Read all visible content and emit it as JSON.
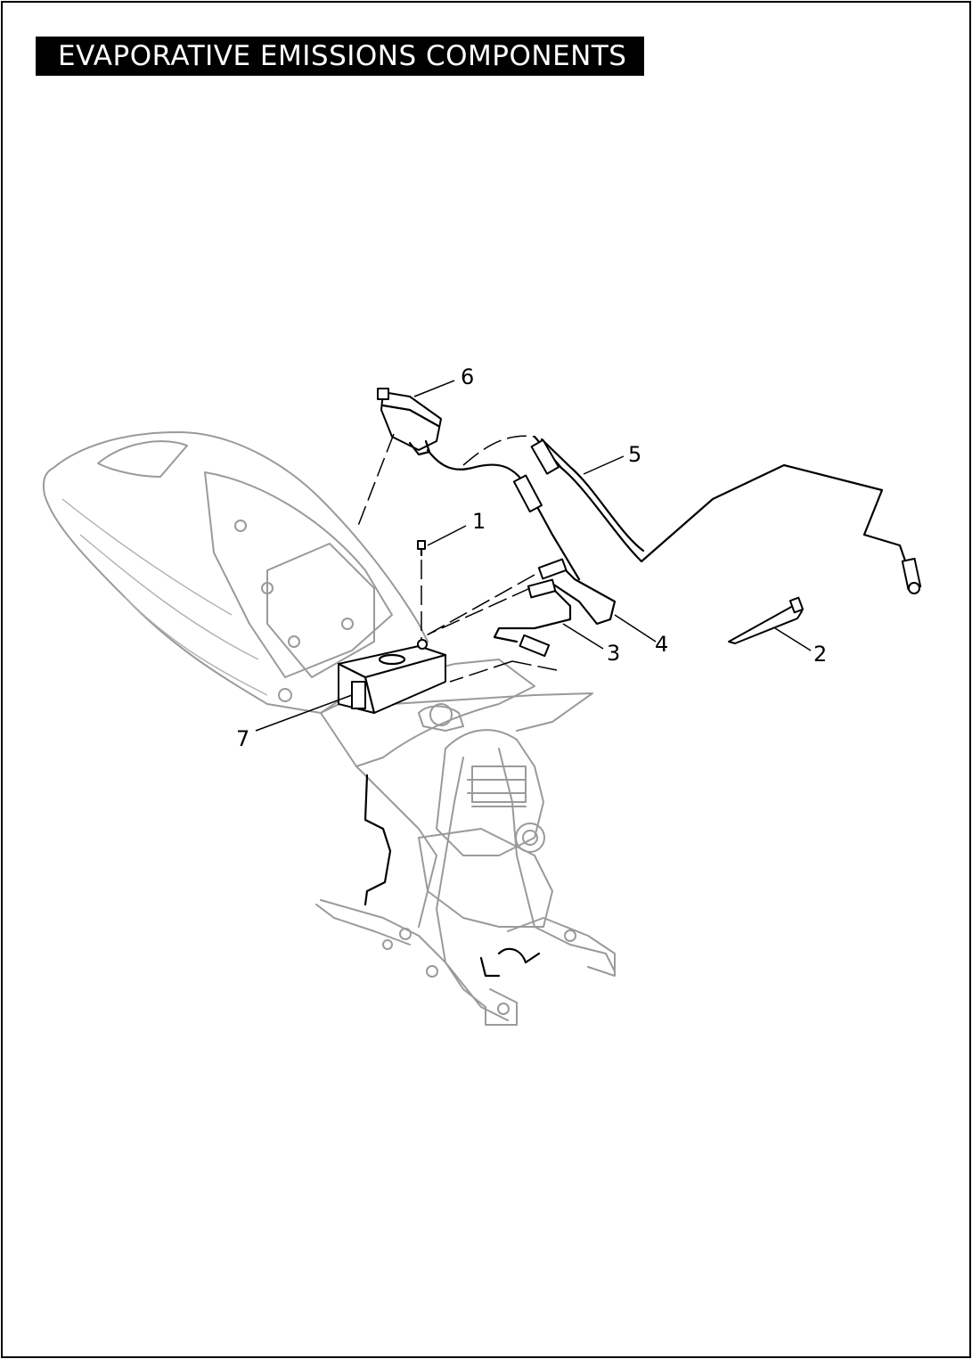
{
  "title": "EVAPORATIVE EMISSIONS COMPONENTS",
  "callouts": [
    "1",
    "2",
    "3",
    "4",
    "5",
    "6",
    "7"
  ],
  "colors": {
    "frame": "#000000",
    "title_bg": "#000000",
    "title_text": "#ffffff",
    "ghost_line": "#9a9a9a",
    "part_line": "#000000"
  }
}
